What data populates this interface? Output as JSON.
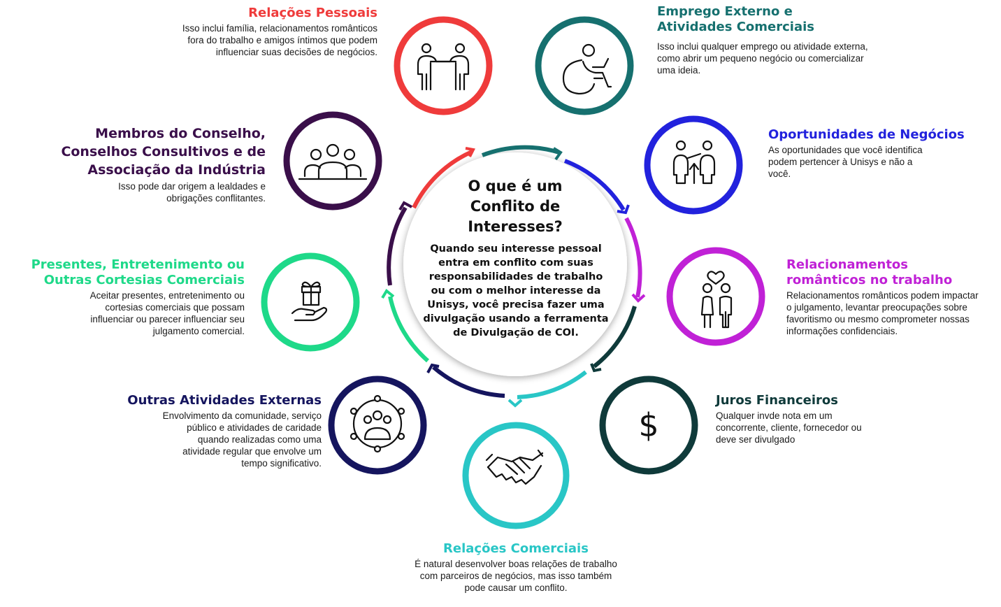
{
  "center": {
    "title": "O que é um Conflito de Interesses?",
    "description": "Quando seu interesse pessoal entra em conflito com suas responsabilidades de trabalho ou com o melhor interesse da Unisys, você precisa fazer uma divulgação usando a ferramenta de Divulgação de COI."
  },
  "topics": {
    "personal": {
      "title": "Relações Pessoais",
      "description": "Isso inclui família, relacionamentos românticos fora do trabalho e amigos íntimos que podem influenciar suas decisões de negócios.",
      "color": "#ef3b3b",
      "icon": "people-meeting-icon"
    },
    "employment": {
      "title": "Emprego Externo e Atividades Comerciais",
      "description": "Isso inclui qualquer emprego ou atividade externa, como abrir um pequeno negócio ou comercializar uma ideia.",
      "color": "#16706f",
      "icon": "person-laptop-icon"
    },
    "opportunities": {
      "title": "Oportunidades de Negócios",
      "description": "As oportunidades que você identifica podem pertencer à Unisys e não a você.",
      "color": "#2222dd",
      "icon": "business-people-arrow-icon"
    },
    "romance": {
      "title": "Relacionamentos românticos no trabalho",
      "description": "Relacionamentos românticos podem impactar o julgamento, levantar preocupações sobre favoritismo ou mesmo comprometer nossas informações confidenciais.",
      "color": "#c021d6",
      "icon": "couple-heart-icon"
    },
    "financial": {
      "title": "Juros Financeiros",
      "description": "Qualquer invde nota em um concorrente, cliente, fornecedor ou deve ser divulgado",
      "color": "#0f3a3a",
      "icon": "dollar-icon",
      "symbol": "$"
    },
    "commercial": {
      "title": "Relações Comerciais",
      "description": "É natural desenvolver boas relações de trabalho com parceiros de negócios, mas isso também pode causar um conflito.",
      "color": "#29c6c6",
      "icon": "handshake-icon"
    },
    "outside": {
      "title": "Outras Atividades Externas",
      "description": "Envolvimento da comunidade, serviço público e atividades de caridade quando realizadas como uma atividade regular que envolve um tempo significativo.",
      "color": "#15155e",
      "icon": "community-network-icon"
    },
    "gifts": {
      "title": "Presentes, Entretenimento ou Outras Cortesias Comerciais",
      "description": "Aceitar presentes, entretenimento ou cortesias comerciais que possam influenciar ou parecer influenciar seu julgamento comercial.",
      "color": "#1ed989",
      "icon": "gift-hand-icon"
    },
    "board": {
      "title": "Membros do Conselho, Conselhos Consultivos e de Associação da Indústria",
      "description": "Isso pode dar origem a lealdades e obrigações conflitantes.",
      "color": "#3a0f4a",
      "icon": "group-icon"
    }
  }
}
